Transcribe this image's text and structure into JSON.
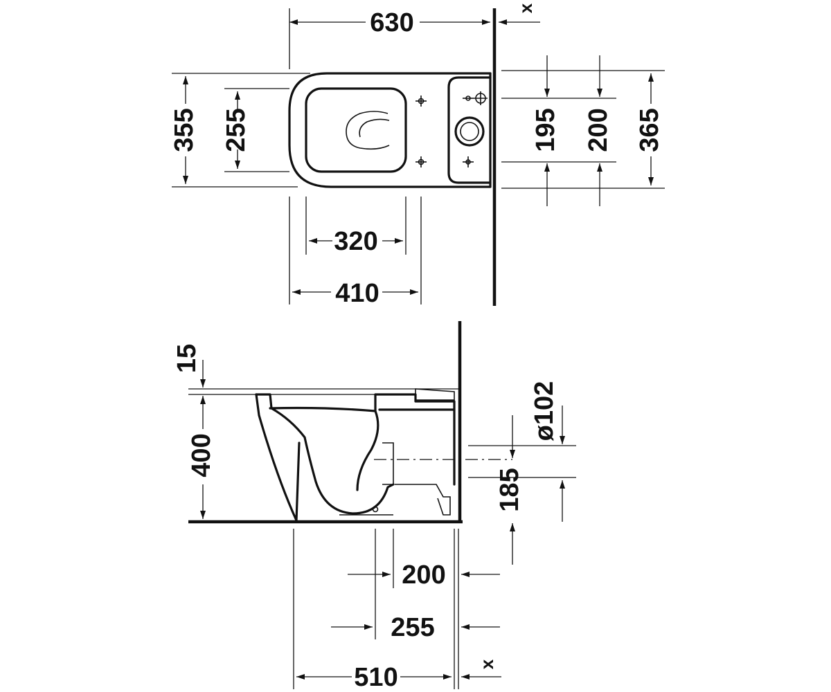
{
  "colors": {
    "ink": "#111111",
    "background": "#ffffff"
  },
  "plan_view": {
    "overall_length": "630",
    "wall_gap": "x",
    "outer_width": "355",
    "seat_width": "255",
    "inner_length": "320",
    "outer_length": "410",
    "tank_inner": "195",
    "tank_mid": "200",
    "tank_outer": "365"
  },
  "side_view": {
    "seat_thickness": "15",
    "height": "400",
    "outlet_diameter": "ø102",
    "outlet_height": "185",
    "outlet_inner": "200",
    "outlet_outer": "255",
    "overall_depth": "510",
    "wall_gap": "x"
  }
}
